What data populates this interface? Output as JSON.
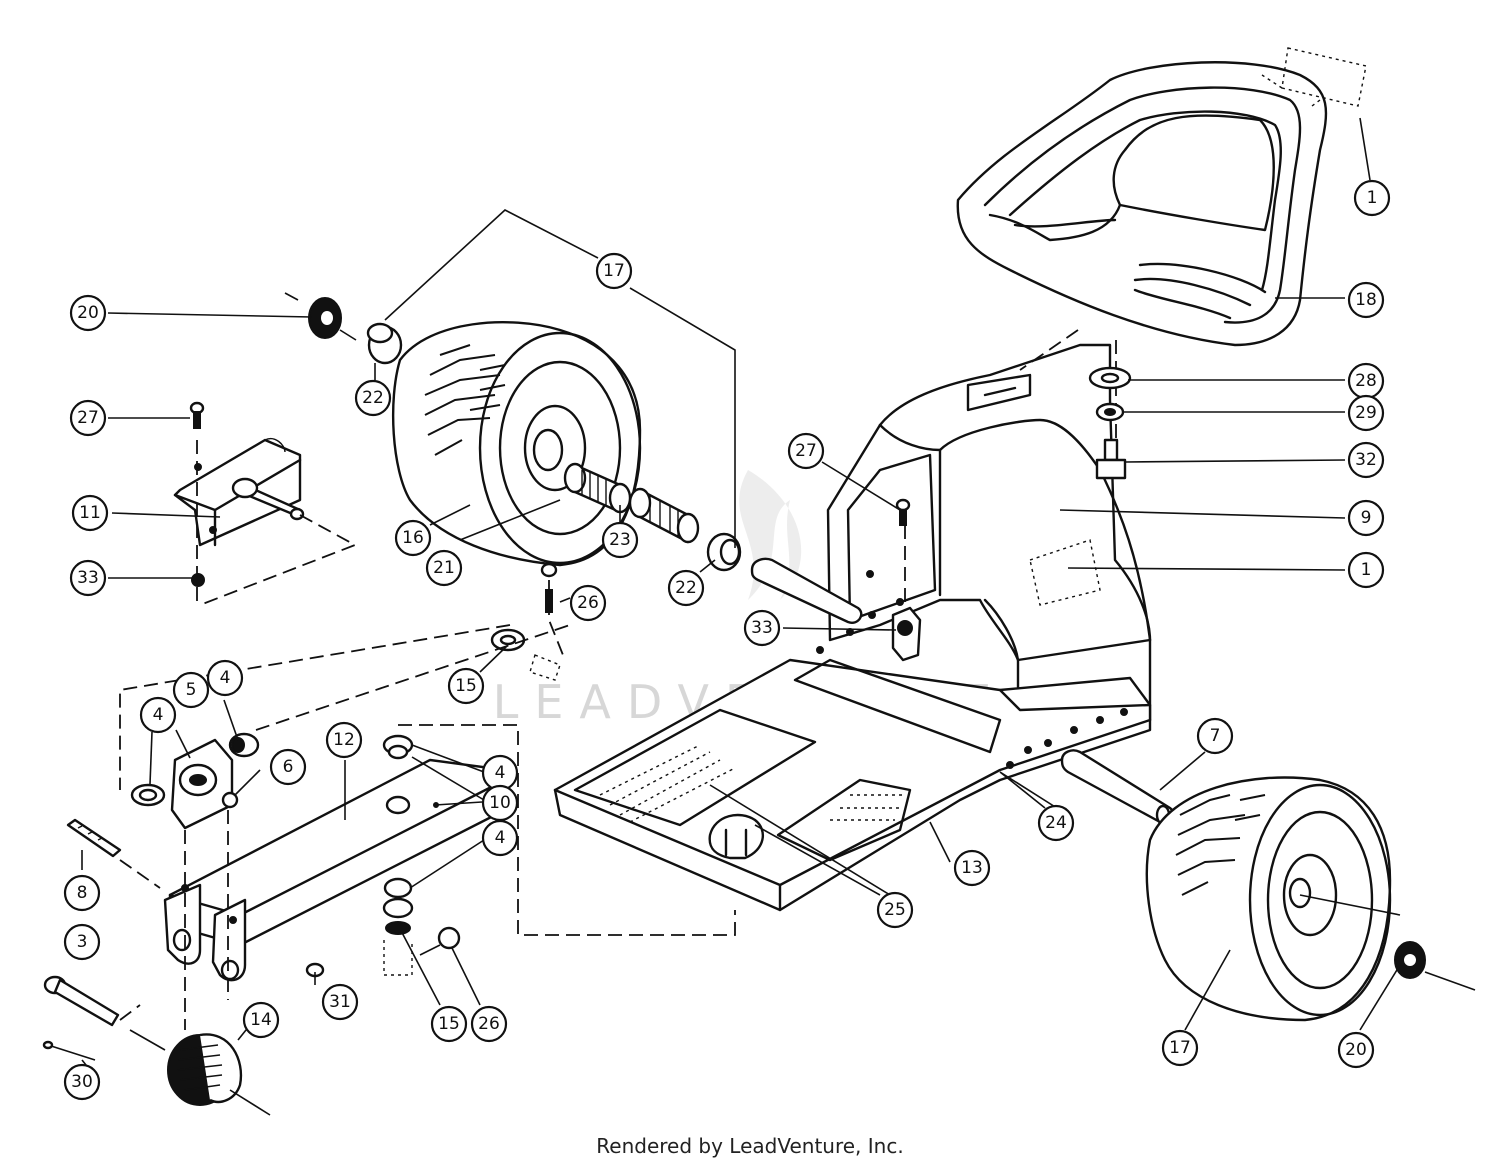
{
  "watermark": "LEADVENTURE",
  "footer": "Rendered by LeadVenture, Inc.",
  "callouts": [
    {
      "id": "c1a",
      "label": "1"
    },
    {
      "id": "c18",
      "label": "18"
    },
    {
      "id": "c17a",
      "label": "17"
    },
    {
      "id": "c20a",
      "label": "20"
    },
    {
      "id": "c22a",
      "label": "22"
    },
    {
      "id": "c27a",
      "label": "27"
    },
    {
      "id": "c11",
      "label": "11"
    },
    {
      "id": "c33a",
      "label": "33"
    },
    {
      "id": "c16",
      "label": "16"
    },
    {
      "id": "c21",
      "label": "21"
    },
    {
      "id": "c23",
      "label": "23"
    },
    {
      "id": "c22b",
      "label": "22"
    },
    {
      "id": "c26a",
      "label": "26"
    },
    {
      "id": "c28",
      "label": "28"
    },
    {
      "id": "c29",
      "label": "29"
    },
    {
      "id": "c32",
      "label": "32"
    },
    {
      "id": "c27b",
      "label": "27"
    },
    {
      "id": "c9",
      "label": "9"
    },
    {
      "id": "c1b",
      "label": "1"
    },
    {
      "id": "c33b",
      "label": "33"
    },
    {
      "id": "c15a",
      "label": "15"
    },
    {
      "id": "c4a",
      "label": "4"
    },
    {
      "id": "c5",
      "label": "5"
    },
    {
      "id": "c4b",
      "label": "4"
    },
    {
      "id": "c6",
      "label": "6"
    },
    {
      "id": "c12",
      "label": "12"
    },
    {
      "id": "c4c",
      "label": "4"
    },
    {
      "id": "c10",
      "label": "10"
    },
    {
      "id": "c4d",
      "label": "4"
    },
    {
      "id": "c7",
      "label": "7"
    },
    {
      "id": "c24",
      "label": "24"
    },
    {
      "id": "c13",
      "label": "13"
    },
    {
      "id": "c25",
      "label": "25"
    },
    {
      "id": "c8",
      "label": "8"
    },
    {
      "id": "c3",
      "label": "3"
    },
    {
      "id": "c31",
      "label": "31"
    },
    {
      "id": "c15b",
      "label": "15"
    },
    {
      "id": "c26b",
      "label": "26"
    },
    {
      "id": "c14",
      "label": "14"
    },
    {
      "id": "c30",
      "label": "30"
    },
    {
      "id": "c17b",
      "label": "17"
    },
    {
      "id": "c20b",
      "label": "20"
    }
  ]
}
